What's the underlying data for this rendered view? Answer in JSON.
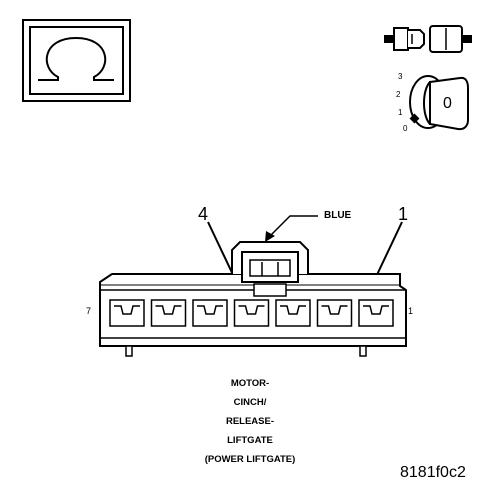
{
  "icons": {
    "ohm_symbol": "omega-ohm-icon",
    "connector_disconnect": "connector-disconnect-icon",
    "ignition_key": "ignition-key-icon"
  },
  "ignition": {
    "positions": [
      "3",
      "2",
      "1",
      "0"
    ],
    "key_label": "0"
  },
  "connector": {
    "callout_left": "4",
    "callout_right": "1",
    "color_label": "BLUE",
    "pin_left": "7",
    "pin_right": "1",
    "cavity_count": 7
  },
  "description": {
    "lines": [
      "MOTOR-",
      "CINCH/",
      "RELEASE-",
      "LIFTGATE",
      "(POWER LIFTGATE)"
    ]
  },
  "figure_id": "8181f0c2"
}
